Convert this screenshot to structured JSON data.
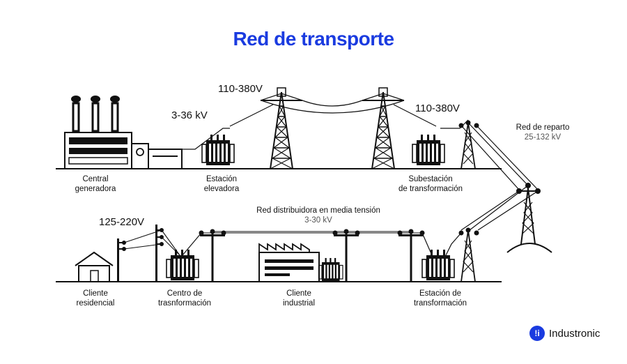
{
  "title": "Red de transporte",
  "labels": {
    "central": [
      "Central",
      "generadora"
    ],
    "elevadora": [
      "Estación",
      "elevadora"
    ],
    "subestacion": [
      "Subestación",
      "de transformación"
    ],
    "reparto": "Red de reparto",
    "reparto_kv": "25-132 kV",
    "distribuidora": "Red distribuidora en media tensión",
    "distribuidora_kv": "3-30 kV",
    "residencial": [
      "Cliente",
      "residencial"
    ],
    "centro": [
      "Centro de",
      "trasnformación"
    ],
    "industrial": [
      "Cliente",
      "industrial"
    ],
    "estacion": [
      "Estación de",
      "transformación"
    ]
  },
  "voltages": {
    "v_3_36": "3-36 kV",
    "v_110_380_a": "110-380V",
    "v_110_380_b": "110-380V",
    "v_125_220": "125-220V"
  },
  "brand": {
    "logo_text": "!i",
    "name": "Industronic",
    "color": "#1a3be0"
  },
  "icons": [
    "power-plant-icon",
    "transformer-icon",
    "transmission-tower-icon",
    "utility-pole-icon",
    "house-icon",
    "factory-icon",
    "brand-logo-icon"
  ]
}
